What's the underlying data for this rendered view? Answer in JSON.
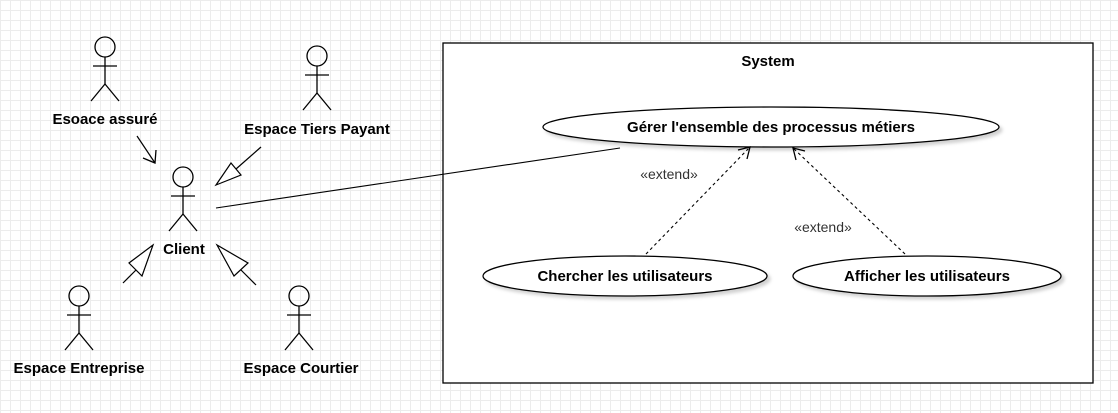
{
  "system": {
    "title": "System"
  },
  "actors": {
    "client": "Client",
    "esoace_assure": "Esoace assuré",
    "tiers_payant": "Espace Tiers Payant",
    "entreprise": "Espace Entreprise",
    "courtier": "Espace Courtier"
  },
  "use_cases": {
    "gerer": "Gérer l'ensemble des processus métiers",
    "chercher": "Chercher les utilisateurs",
    "afficher": "Afficher les utilisateurs"
  },
  "relations": {
    "extend_left": "«extend»",
    "extend_right": "«extend»"
  }
}
